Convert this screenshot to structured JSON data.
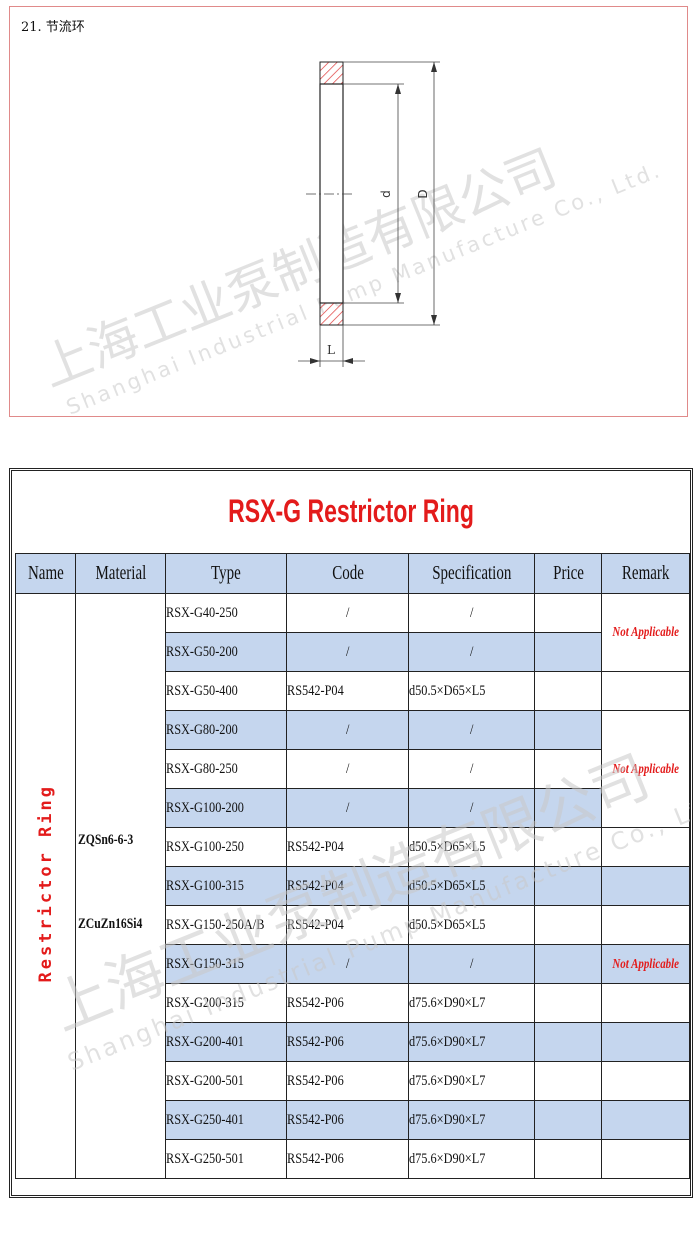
{
  "drawing": {
    "title": "21. 节流环",
    "dim_d": "d",
    "dim_D": "D",
    "dim_L": "L"
  },
  "watermark": {
    "cn": "上海工业泵制造有限公司",
    "en": "Shanghai Industrial Pump Manufacture Co., Ltd."
  },
  "table": {
    "title": "RSX-G Restrictor Ring",
    "headers": [
      "Name",
      "Material",
      "Type",
      "Code",
      "Specification",
      "Price",
      "Remark"
    ],
    "name": "Restrictor Ring",
    "materials": [
      "ZQSn6-6-3",
      "ZCuZn16Si4"
    ],
    "rows": [
      {
        "type": "RSX-G40-250",
        "code": "/",
        "spec": "/",
        "price": "",
        "shade": false
      },
      {
        "type": "RSX-G50-200",
        "code": "/",
        "spec": "/",
        "price": "",
        "shade": true
      },
      {
        "type": "RSX-G50-400",
        "code": "RS542-P04",
        "spec": "d50.5×D65×L5",
        "price": "",
        "shade": false
      },
      {
        "type": "RSX-G80-200",
        "code": "/",
        "spec": "/",
        "price": "",
        "shade": true
      },
      {
        "type": "RSX-G80-250",
        "code": "/",
        "spec": "/",
        "price": "",
        "shade": false
      },
      {
        "type": "RSX-G100-200",
        "code": "/",
        "spec": "/",
        "price": "",
        "shade": true
      },
      {
        "type": "RSX-G100-250",
        "code": "RS542-P04",
        "spec": "d50.5×D65×L5",
        "price": "",
        "shade": false
      },
      {
        "type": "RSX-G100-315",
        "code": "RS542-P04",
        "spec": "d50.5×D65×L5",
        "price": "",
        "shade": true
      },
      {
        "type": "RSX-G150-250A/B",
        "code": "RS542-P04",
        "spec": "d50.5×D65×L5",
        "price": "",
        "shade": false
      },
      {
        "type": "RSX-G150-315",
        "code": "/",
        "spec": "/",
        "price": "",
        "shade": true
      },
      {
        "type": "RSX-G200-315",
        "code": "RS542-P06",
        "spec": "d75.6×D90×L7",
        "price": "",
        "shade": false
      },
      {
        "type": "RSX-G200-401",
        "code": "RS542-P06",
        "spec": "d75.6×D90×L7",
        "price": "",
        "shade": true
      },
      {
        "type": "RSX-G200-501",
        "code": "RS542-P06",
        "spec": "d75.6×D90×L7",
        "price": "",
        "shade": false
      },
      {
        "type": "RSX-G250-401",
        "code": "RS542-P06",
        "spec": "d75.6×D90×L7",
        "price": "",
        "shade": true
      },
      {
        "type": "RSX-G250-501",
        "code": "RS542-P06",
        "spec": "d75.6×D90×L7",
        "price": "",
        "shade": false
      }
    ],
    "remarks": [
      {
        "text": "Not Applicable",
        "span": 2,
        "shade": false
      },
      {
        "text": "",
        "span": 1,
        "shade": false
      },
      {
        "text": "Not Applicable",
        "span": 3,
        "shade": false
      },
      {
        "text": "",
        "span": 1,
        "shade": false
      },
      {
        "text": "",
        "span": 1,
        "shade": true
      },
      {
        "text": "",
        "span": 1,
        "shade": false
      },
      {
        "text": "Not Applicable",
        "span": 1,
        "shade": true
      },
      {
        "text": "",
        "span": 1,
        "shade": false
      },
      {
        "text": "",
        "span": 1,
        "shade": true
      },
      {
        "text": "",
        "span": 1,
        "shade": false
      },
      {
        "text": "",
        "span": 1,
        "shade": true
      },
      {
        "text": "",
        "span": 1,
        "shade": false
      }
    ]
  }
}
